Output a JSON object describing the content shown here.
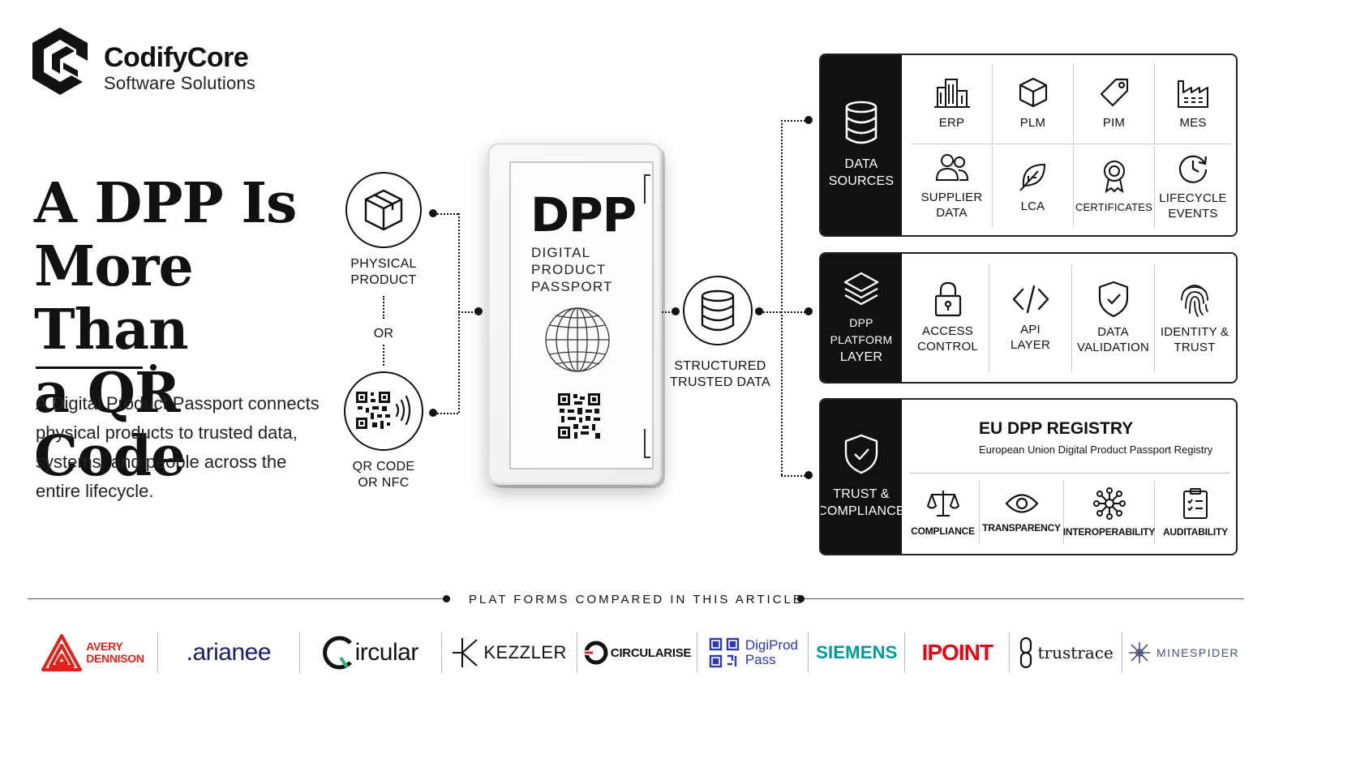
{
  "brand": {
    "name": "CodifyCore",
    "tagline": "Software Solutions"
  },
  "headline": {
    "line1": "A DPP Is",
    "line2": "More Than",
    "line3": "a QR Code"
  },
  "description": {
    "line1": "A Digital Product Passport connects",
    "line2": "physical products to trusted data,",
    "line3": "systems, and people across the",
    "line4": "entire lifecycle."
  },
  "inputs": {
    "physical": {
      "line1": "PHYSICAL",
      "line2": "PRODUCT"
    },
    "or": "OR",
    "qr": {
      "line1": "QR CODE",
      "line2": "OR NFC"
    }
  },
  "device": {
    "title": "DPP",
    "sub1": "DIGITAL",
    "sub2": "PRODUCT",
    "sub3": "PASSPORT"
  },
  "structured": {
    "line1": "STRUCTURED",
    "line2": "TRUSTED DATA"
  },
  "data_sources": {
    "label1": "DATA",
    "label2": "SOURCES",
    "row1": [
      {
        "icon": "building-icon",
        "l1": "ERP",
        "l2": ""
      },
      {
        "icon": "cube-icon",
        "l1": "PLM",
        "l2": ""
      },
      {
        "icon": "tag-icon",
        "l1": "PIM",
        "l2": ""
      },
      {
        "icon": "factory-icon",
        "l1": "MES",
        "l2": ""
      }
    ],
    "row2": [
      {
        "icon": "users-icon",
        "l1": "SUPPLIER",
        "l2": "DATA"
      },
      {
        "icon": "leaf-icon",
        "l1": "LCA",
        "l2": ""
      },
      {
        "icon": "award-icon",
        "l1": "CERTIFICATES",
        "l2": ""
      },
      {
        "icon": "clock-icon",
        "l1": "LIFECYCLE",
        "l2": "EVENTS"
      }
    ]
  },
  "platform": {
    "label1": "DPP PLATFORM",
    "label2": "LAYER",
    "items": [
      {
        "icon": "lock-icon",
        "l1": "ACCESS",
        "l2": "CONTROL"
      },
      {
        "icon": "code-icon",
        "l1": "API",
        "l2": "LAYER"
      },
      {
        "icon": "shield-check-icon",
        "l1": "DATA",
        "l2": "VALIDATION"
      },
      {
        "icon": "fingerprint-icon",
        "l1": "IDENTITY &",
        "l2": "TRUST"
      }
    ]
  },
  "trust": {
    "label1": "TRUST &",
    "label2": "COMPLIANCE",
    "registry_title": "EU DPP REGISTRY",
    "registry_sub": "European Union Digital Product Passport Registry",
    "items": [
      {
        "icon": "scales-icon",
        "label": "COMPLIANCE"
      },
      {
        "icon": "eye-icon",
        "label": "TRANSPARENCY"
      },
      {
        "icon": "network-icon",
        "label": "INTEROPERABILITY"
      },
      {
        "icon": "clipboard-icon",
        "label": "AUDITABILITY"
      }
    ]
  },
  "footer": {
    "title": "PLAT FORMS COMPARED IN THIS ARTICLE",
    "logos": {
      "avery1": "AVERY",
      "avery2": "DENNISON",
      "arianee": ".arianee",
      "circulor": "ircular",
      "kezzler": "KEZZLER",
      "circularise": "CIRCULARISE",
      "digiprod1": "DigiProd",
      "digiprod2": "Pass",
      "siemens": "SIEMENS",
      "ipoint": "IPOINT",
      "trustrace": "trustrace",
      "minespider": "MINESPIDER"
    }
  },
  "colors": {
    "ink": "#111111",
    "avery": "#e2231a",
    "arianee": "#1c1f5e",
    "circulor_accent": "#2bb673",
    "digiprod": "#2d3ab0",
    "siemens": "#009999",
    "ipoint": "#e30613",
    "minespider": "#4a4f7a"
  }
}
